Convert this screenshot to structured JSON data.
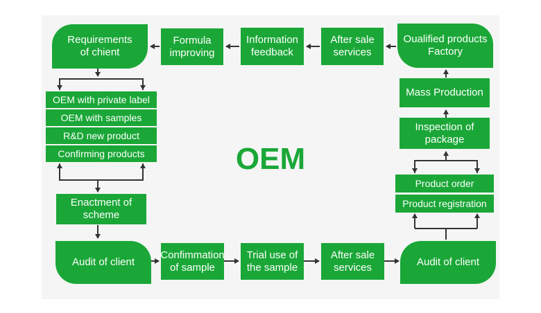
{
  "title": "OEM",
  "top_row": {
    "requirements": "Requirements of chient",
    "formula": "Formula improving",
    "information": "Information feedback",
    "after_sale": "After sale services",
    "qualified": "Oualified products Factory"
  },
  "left_column": {
    "options": [
      "OEM with private label",
      "OEM with samples",
      "R&D new product",
      "Confirming products"
    ],
    "enactment": "Enactment of scheme"
  },
  "bottom_row": {
    "audit_left": "Audit of client",
    "confirmation": "Confimmation of sample",
    "trial": "Trial use of the sample",
    "after_sale": "After sale services",
    "audit_right": "Audit of client"
  },
  "right_column": {
    "mass_production": "Mass Production",
    "inspection": "Inspection of package",
    "product_order": "Product order",
    "product_registration": "Product registration"
  },
  "colors": {
    "green": "#1aa737",
    "arrow": "#333333",
    "background": "#f4f5f4"
  }
}
